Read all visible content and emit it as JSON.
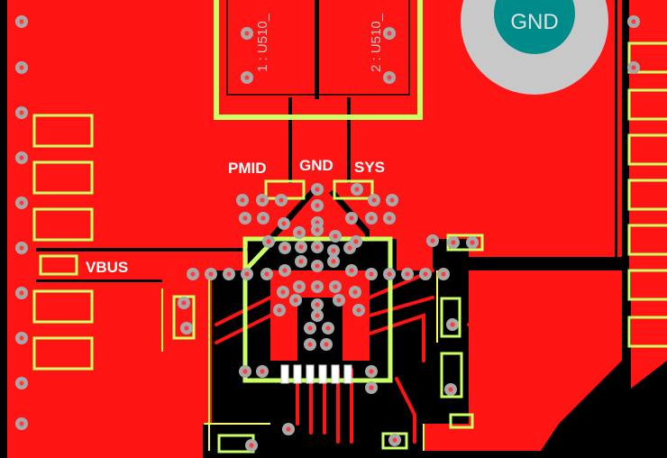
{
  "colors": {
    "copper": "#ff1414",
    "silkscreen": "#ccff66",
    "via": "#a8a8a8",
    "via_hole": "#ff3c3c",
    "mount_ring": "#c8c8c8",
    "mount_pad": "#008b8b",
    "mount_text": "#e0e0e0",
    "background": "#000000",
    "keepout": "#ffff33"
  },
  "labels": {
    "pmid": "PMID",
    "gnd": "GND",
    "sys": "SYS",
    "vbus": "VBUS",
    "mount_hole": "GND"
  },
  "silk": {
    "pin1": "1 : U510_",
    "pin2": "2 : U510_"
  }
}
